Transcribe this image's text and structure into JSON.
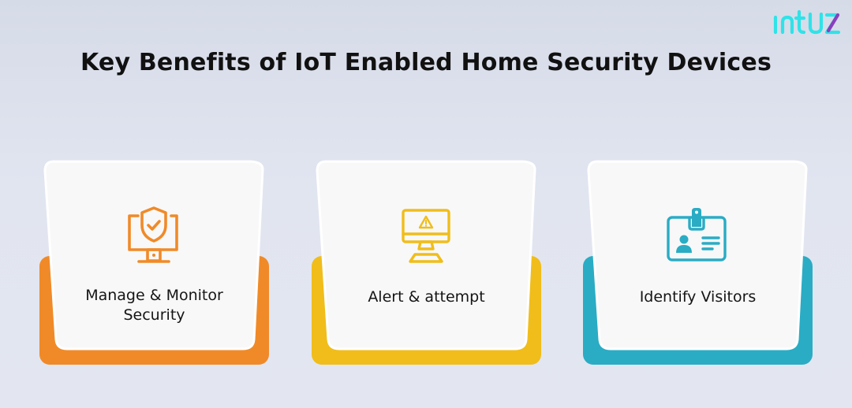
{
  "brand": {
    "logo_text": "intuz",
    "logo_color": "#2fe3e8",
    "logo_accent": "#8b3fbd"
  },
  "header": {
    "title": "Key Benefits of IoT Enabled Home Security Devices"
  },
  "cards": [
    {
      "label": "Manage & Monitor Security",
      "icon": "monitor-shield-check-icon",
      "accent": "#f08a28"
    },
    {
      "label": "Alert & attempt",
      "icon": "monitor-warning-icon",
      "accent": "#f0bd1a"
    },
    {
      "label": "Identify Visitors",
      "icon": "id-badge-icon",
      "accent": "#2aacc4"
    }
  ]
}
